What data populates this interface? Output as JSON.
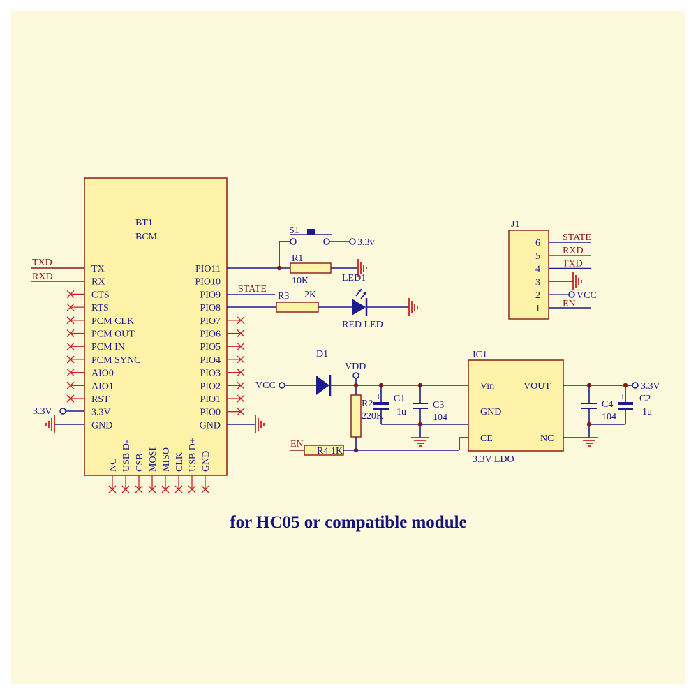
{
  "title": "for HC05 or compatible module",
  "bt1": {
    "ref": "BT1",
    "name": "BCM",
    "left_pins": [
      "TX",
      "RX",
      "CTS",
      "RTS",
      "PCM CLK",
      "PCM OUT",
      "PCM IN",
      "PCM SYNC",
      "AIO0",
      "AIO1",
      "RST",
      "3.3V",
      "GND"
    ],
    "right_pins": [
      "PIO11",
      "PIO10",
      "PIO9",
      "PIO8",
      "PIO7",
      "PIO6",
      "PIO5",
      "PIO4",
      "PIO3",
      "PIO2",
      "PIO1",
      "PIO0",
      "GND"
    ],
    "bottom_pins": [
      "NC",
      "USB D-",
      "CSB",
      "MOSI",
      "MISO",
      "CLK",
      "USB D+",
      "GND"
    ]
  },
  "nets": {
    "txd": "TXD",
    "rxd": "RXD",
    "state": "STATE",
    "v33": "3.3V",
    "v33_lower": "3.3v",
    "vcc": "VCC",
    "vdd": "VDD",
    "en": "EN"
  },
  "parts": {
    "s1": "S1",
    "r1": "R1",
    "r1_val": "10K",
    "led1": "LED1",
    "r3": "R3",
    "r3_val": "2K",
    "led_val": "RED LED",
    "d1": "D1",
    "r2": "R2",
    "r2_val": "220K",
    "c1": "C1",
    "c1_val": "1u",
    "c3": "C3",
    "c3_val": "104",
    "c4": "C4",
    "c4_val": "104",
    "c2": "C2",
    "c2_val": "1u",
    "r4": "R4",
    "r4_val": "1K"
  },
  "ic1": {
    "ref": "IC1",
    "name": "3.3V LDO",
    "vin": "Vin",
    "gnd": "GND",
    "ce": "CE",
    "vout": "VOUT",
    "nc": "NC"
  },
  "j1": {
    "ref": "J1",
    "pins": [
      {
        "num": "6",
        "label": "STATE"
      },
      {
        "num": "5",
        "label": "RXD"
      },
      {
        "num": "4",
        "label": "TXD"
      },
      {
        "num": "3",
        "label": ""
      },
      {
        "num": "2",
        "label": "VCC"
      },
      {
        "num": "1",
        "label": "EN"
      }
    ]
  }
}
